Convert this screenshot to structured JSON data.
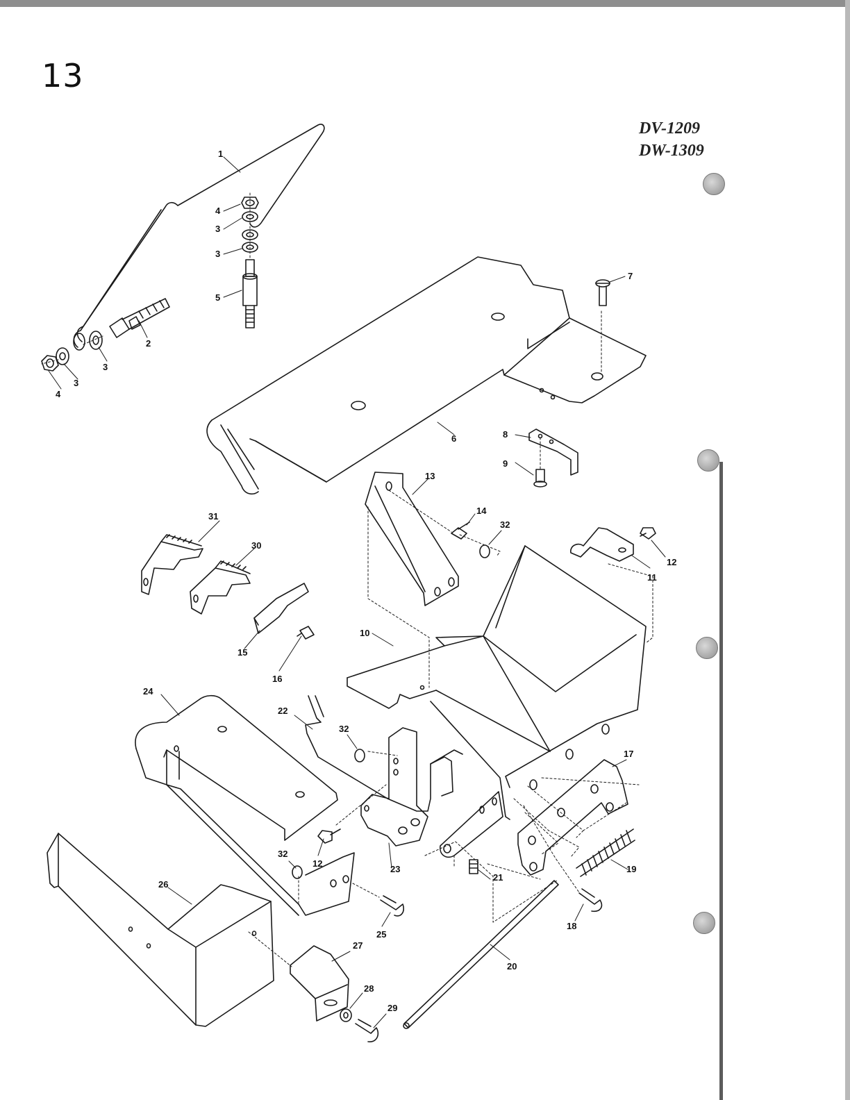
{
  "page": {
    "number": "13",
    "models": [
      "DV-1209",
      "DW-1309"
    ]
  },
  "callouts": [
    {
      "id": "c1",
      "label": "1"
    },
    {
      "id": "c2",
      "label": "2"
    },
    {
      "id": "c3a",
      "label": "3"
    },
    {
      "id": "c3b",
      "label": "3"
    },
    {
      "id": "c3c",
      "label": "3"
    },
    {
      "id": "c3d",
      "label": "3"
    },
    {
      "id": "c4a",
      "label": "4"
    },
    {
      "id": "c4b",
      "label": "4"
    },
    {
      "id": "c5",
      "label": "5"
    },
    {
      "id": "c6",
      "label": "6"
    },
    {
      "id": "c7",
      "label": "7"
    },
    {
      "id": "c8",
      "label": "8"
    },
    {
      "id": "c9",
      "label": "9"
    },
    {
      "id": "c10",
      "label": "10"
    },
    {
      "id": "c11",
      "label": "11"
    },
    {
      "id": "c12a",
      "label": "12"
    },
    {
      "id": "c12b",
      "label": "12"
    },
    {
      "id": "c13",
      "label": "13"
    },
    {
      "id": "c14",
      "label": "14"
    },
    {
      "id": "c15",
      "label": "15"
    },
    {
      "id": "c16",
      "label": "16"
    },
    {
      "id": "c17",
      "label": "17"
    },
    {
      "id": "c18",
      "label": "18"
    },
    {
      "id": "c19",
      "label": "19"
    },
    {
      "id": "c20",
      "label": "20"
    },
    {
      "id": "c21",
      "label": "21"
    },
    {
      "id": "c22",
      "label": "22"
    },
    {
      "id": "c23",
      "label": "23"
    },
    {
      "id": "c24",
      "label": "24"
    },
    {
      "id": "c25",
      "label": "25"
    },
    {
      "id": "c26",
      "label": "26"
    },
    {
      "id": "c27",
      "label": "27"
    },
    {
      "id": "c28",
      "label": "28"
    },
    {
      "id": "c29",
      "label": "29"
    },
    {
      "id": "c30",
      "label": "30"
    },
    {
      "id": "c31",
      "label": "31"
    },
    {
      "id": "c32a",
      "label": "32"
    },
    {
      "id": "c32b",
      "label": "32"
    },
    {
      "id": "c32c",
      "label": "32"
    }
  ]
}
